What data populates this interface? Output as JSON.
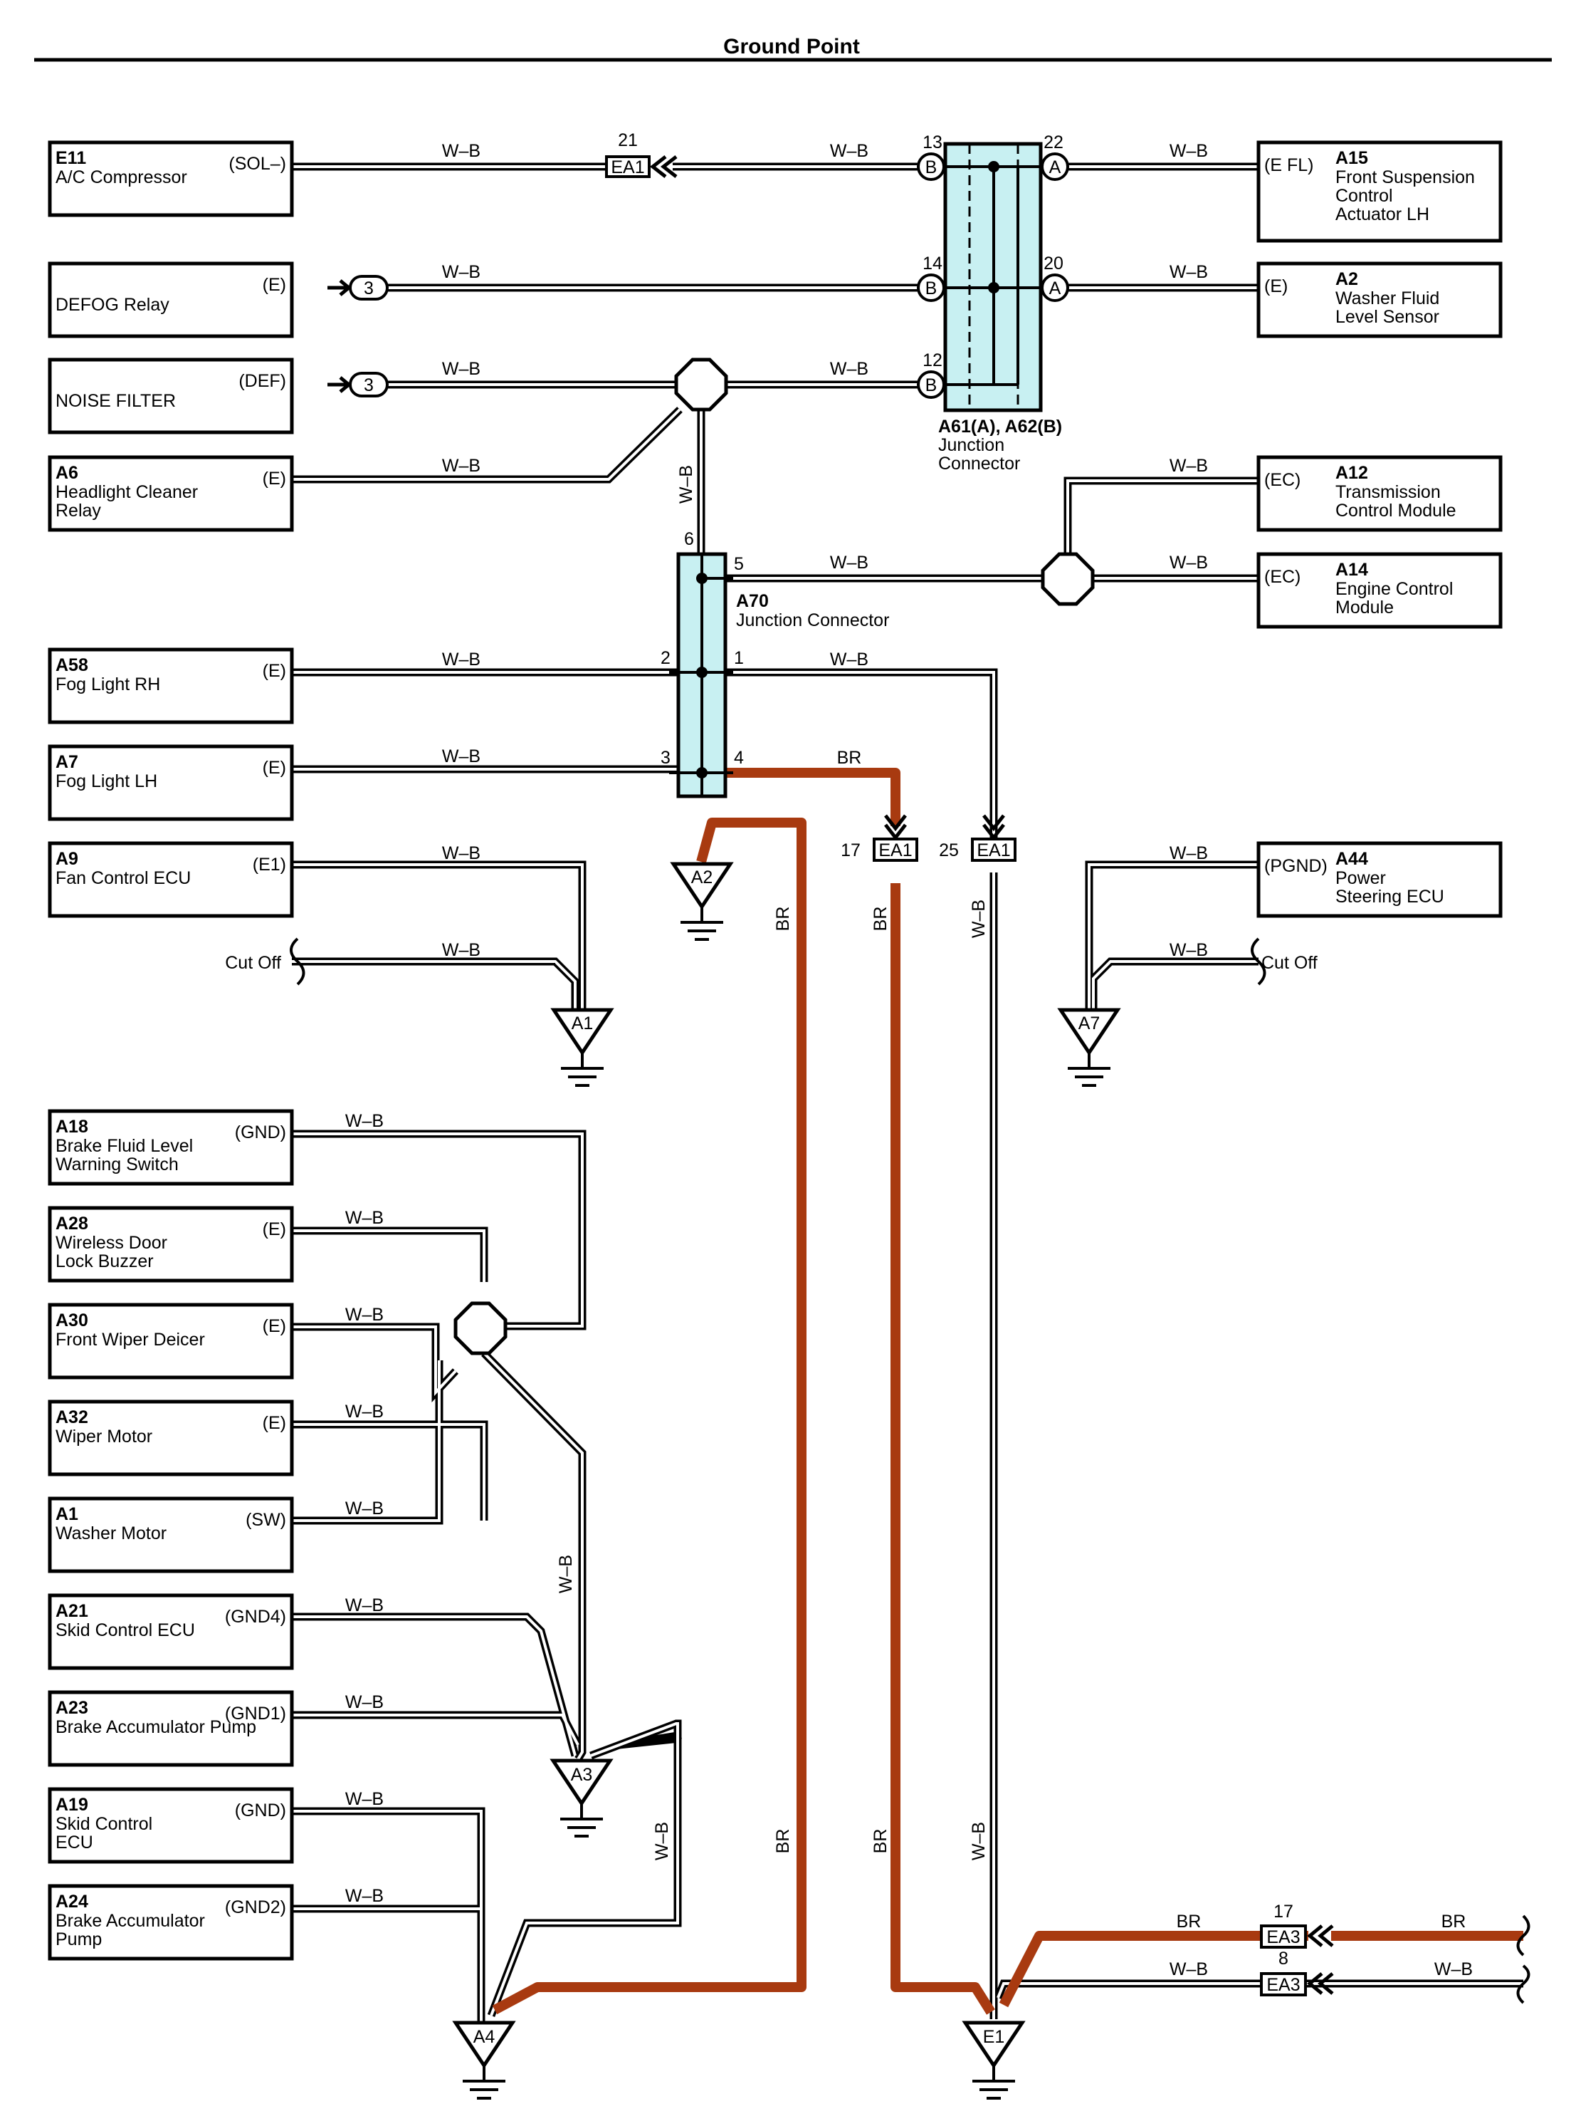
{
  "title": "Ground Point",
  "wire_colors": {
    "wb": "W–B",
    "br": "BR",
    "br_color": "#a83a10"
  },
  "components": [
    {
      "id": "e11",
      "code": "E11",
      "name": [
        "A/C Compressor"
      ],
      "pin": "(SOL–)"
    },
    {
      "id": "defog",
      "code": "",
      "name": [
        "DEFOG Relay"
      ],
      "pin": "(E)"
    },
    {
      "id": "noise",
      "code": "",
      "name": [
        "NOISE FILTER"
      ],
      "pin": "(DEF)"
    },
    {
      "id": "a6",
      "code": "A6",
      "name": [
        "Headlight Cleaner",
        "Relay"
      ],
      "pin": "(E)"
    },
    {
      "id": "a58",
      "code": "A58",
      "name": [
        "Fog Light RH"
      ],
      "pin": "(E)"
    },
    {
      "id": "a7",
      "code": "A7",
      "name": [
        "Fog Light LH"
      ],
      "pin": "(E)"
    },
    {
      "id": "a9",
      "code": "A9",
      "name": [
        "Fan Control ECU"
      ],
      "pin": "(E1)"
    },
    {
      "id": "a18",
      "code": "A18",
      "name": [
        "Brake Fluid Level",
        "Warning Switch"
      ],
      "pin": "(GND)"
    },
    {
      "id": "a28",
      "code": "A28",
      "name": [
        "Wireless Door",
        "Lock Buzzer"
      ],
      "pin": "(E)"
    },
    {
      "id": "a30",
      "code": "A30",
      "name": [
        "Front Wiper Deicer"
      ],
      "pin": "(E)"
    },
    {
      "id": "a32",
      "code": "A32",
      "name": [
        "Wiper Motor"
      ],
      "pin": "(E)"
    },
    {
      "id": "a1",
      "code": "A1",
      "name": [
        "Washer Motor"
      ],
      "pin": "(SW)"
    },
    {
      "id": "a21",
      "code": "A21",
      "name": [
        "Skid Control ECU"
      ],
      "pin": "(GND4)"
    },
    {
      "id": "a23",
      "code": "A23",
      "name": [
        "Brake Accumulator Pump"
      ],
      "pin": "(GND1)"
    },
    {
      "id": "a19",
      "code": "A19",
      "name": [
        "Skid Control",
        "ECU"
      ],
      "pin": "(GND)"
    },
    {
      "id": "a24",
      "code": "A24",
      "name": [
        "Brake Accumulator",
        "Pump"
      ],
      "pin": "(GND2)"
    },
    {
      "id": "a15",
      "code": "A15",
      "name": [
        "Front Suspension",
        "Control",
        "Actuator LH"
      ],
      "pin": "(E FL)"
    },
    {
      "id": "a2",
      "code": "A2",
      "name": [
        "Washer Fluid",
        "Level Sensor"
      ],
      "pin": "(E)"
    },
    {
      "id": "a12",
      "code": "A12",
      "name": [
        "Transmission",
        "Control Module"
      ],
      "pin": "(EC)"
    },
    {
      "id": "a14",
      "code": "A14",
      "name": [
        "Engine Control",
        "Module"
      ],
      "pin": "(EC)"
    },
    {
      "id": "a44",
      "code": "A44",
      "name": [
        "Power",
        "Steering ECU"
      ],
      "pin": "(PGND)"
    }
  ],
  "junction_a61": {
    "name_line1": "A61(A), A62(B)",
    "name_line2": "Junction",
    "name_line3": "Connector",
    "pins_left": [
      "13",
      "14",
      "12"
    ],
    "pins_right": [
      "22",
      "20"
    ],
    "letter_b": "B",
    "letter_a": "A"
  },
  "junction_a70": {
    "code": "A70",
    "name": "Junction Connector",
    "pins": [
      "6",
      "5",
      "2",
      "1",
      "3",
      "4"
    ]
  },
  "connectors": {
    "ea1": "EA1",
    "ea3": "EA3",
    "pin_21": "21",
    "pin_17": "17",
    "pin_25": "25",
    "pin_ea3_17": "17",
    "pin_ea3_8": "8",
    "inline_pin": "3"
  },
  "grounds": [
    "A2",
    "A1",
    "A7",
    "A3",
    "A4",
    "E1"
  ],
  "cut_off": "Cut Off"
}
